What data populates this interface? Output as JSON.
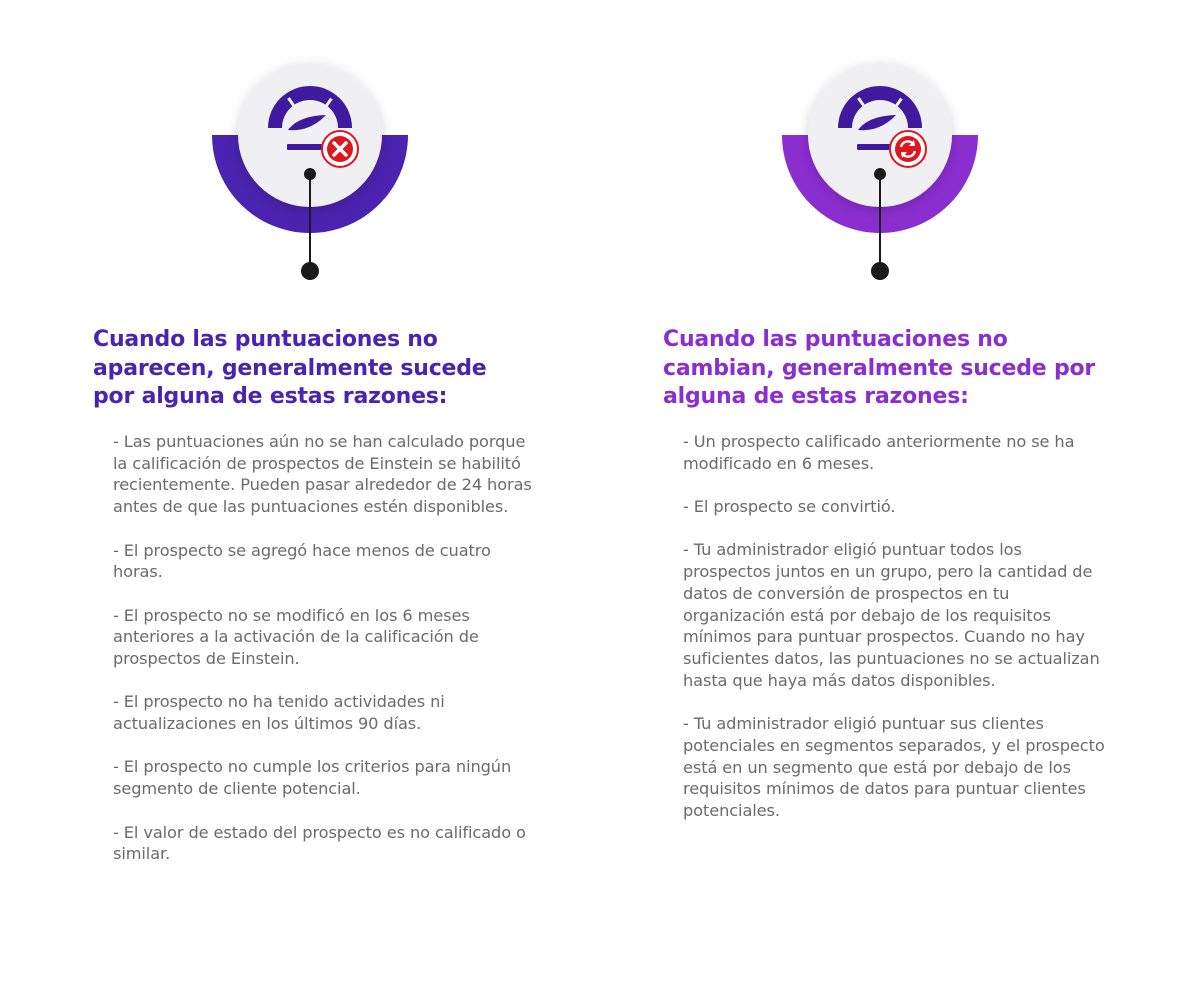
{
  "colors": {
    "left_accent": "#4a23b0",
    "right_accent": "#8b2ed0",
    "gauge_dark": "#3d1a9e",
    "badge_red": "#e0161e",
    "text_gray": "#6b6b6b",
    "connector": "#1a1a1a"
  },
  "left": {
    "badge_icon": "x-mark-icon",
    "heading": "Cuando las puntuaciones no aparecen, generalmente sucede por alguna de estas razones:",
    "reasons": [
      "- Las puntuaciones aún no se han calculado porque la calificación de prospectos de Einstein se habilitó recientemente. Pueden pasar alrededor de 24 horas antes de que las puntuaciones estén disponibles.",
      "- El prospecto se agregó hace menos de cuatro horas.",
      "- El prospecto no se modificó en los 6 meses anteriores a la activación de la calificación de prospectos de Einstein.",
      "- El prospecto no ha tenido actividades ni actualizaciones en los últimos 90 días.",
      "- El prospecto no cumple los criterios para ningún segmento de cliente potencial.",
      "- El valor de estado del prospecto es no calificado o similar."
    ]
  },
  "right": {
    "badge_icon": "refresh-icon",
    "heading": "Cuando las puntuaciones no cambian, generalmente sucede por alguna de estas razones:",
    "reasons": [
      "- Un prospecto calificado anteriormente no se ha modificado en 6 meses.",
      "- El prospecto se convirtió.",
      "- Tu administrador eligió puntuar todos los prospectos juntos en un grupo, pero la cantidad de datos de conversión de prospectos en tu organización está por debajo de los requisitos mínimos para puntuar prospectos. Cuando no hay suficientes datos, las puntuaciones no se actualizan hasta que haya más datos disponibles.",
      "- Tu administrador eligió puntuar sus clientes potenciales en segmentos separados, y el prospecto está en un segmento que está por debajo de los requisitos mínimos de datos para puntuar clientes potenciales."
    ]
  }
}
